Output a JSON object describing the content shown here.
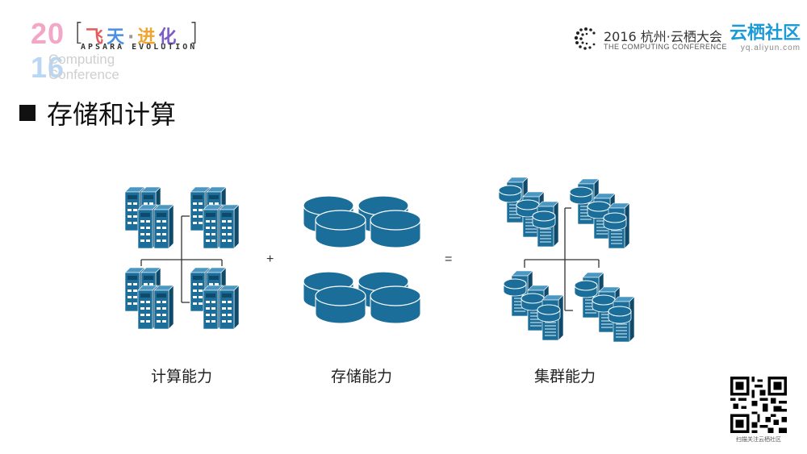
{
  "brand": {
    "year_top": "20",
    "year_bottom": "16",
    "title": [
      "飞",
      "天",
      "·",
      "进",
      "化"
    ],
    "subtitle": "APSARA EVOLUTION",
    "computing": "Computing",
    "conference": "Conference"
  },
  "conference": {
    "name": "2016 杭州·云栖大会",
    "english": "THE COMPUTING CONFERENCE"
  },
  "yunqi": {
    "name": "云栖社区",
    "url": "yq.aliyun.com"
  },
  "slide": {
    "heading": "存储和计算",
    "plus": "+",
    "equals": "=",
    "captions": {
      "compute": "计算能力",
      "storage": "存储能力",
      "cluster": "集群能力"
    }
  },
  "qr": {
    "caption": "扫描关注云栖社区"
  },
  "colors": {
    "accent": "#1b6e99",
    "accent_dark": "#0f4a6b",
    "yunqi_blue": "#1a9bd7"
  }
}
